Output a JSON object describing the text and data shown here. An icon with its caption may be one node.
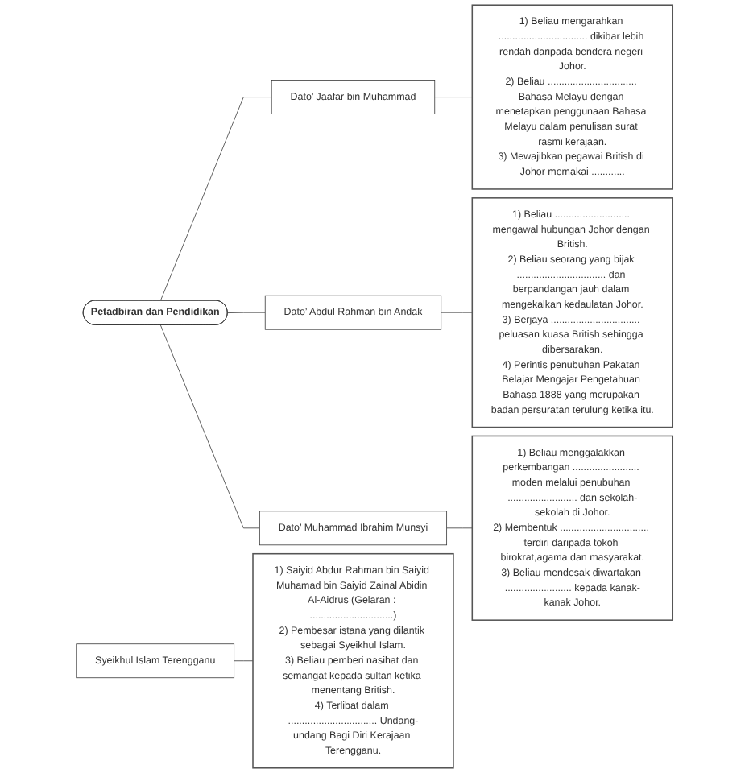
{
  "diagram": {
    "nodes": [
      {
        "text": [
          "Petadbiran dan Pendidikan"
        ]
      },
      {
        "text": [
          "Dato’ Jaafar bin Muhammad"
        ]
      },
      {
        "text": [
          "Dato’ Abdul Rahman bin Andak"
        ]
      },
      {
        "text": [
          "Dato’ Muhammad Ibrahim Munsyi"
        ]
      },
      {
        "text": [
          "Syeikhul Islam Terengganu"
        ]
      },
      {
        "text": [
          "1) Beliau mengarahkan ................................ dikibar lebih rendah daripada bendera negeri Johor.",
          "2) Beliau ................................ Bahasa Melayu dengan menetapkan penggunaan Bahasa Melayu dalam penulisan surat rasmi kerajaan.",
          "3) Mewajibkan pegawai British di Johor memakai ............"
        ]
      },
      {
        "text": [
          "1) Beliau ........................... mengawal hubungan Johor dengan British.",
          "2) Beliau seorang yang bijak ................................ dan berpandangan jauh dalam mengekalkan kedaulatan Johor.",
          "3) Berjaya ................................ peluasan kuasa British sehingga dibersarakan.",
          "4) Perintis penubuhan Pakatan Belajar Mengajar Pengetahuan Bahasa 1888 yang merupakan badan persuratan terulung ketika itu."
        ]
      },
      {
        "text": [
          "1) Beliau menggalakkan perkembangan ........................ moden melalui penubuhan ......................... dan sekolah-sekolah di Johor.",
          "2) Membentuk ................................ terdiri daripada tokoh birokrat,agama dan masyarakat.",
          "3) Beliau mendesak diwartakan ........................ kepada kanak-kanak Johor."
        ]
      },
      {
        "text": [
          "1) Saiyid Abdur Rahman bin Saiyid Muhamad bin Saiyid Zainal Abidin Al-Aidrus (Gelaran : ..............................)",
          "2) Pembesar istana yang dilantik sebagai Syeikhul Islam.",
          "3) Beliau pemberi nasihat dan semangat kepada sultan ketika menentang British.",
          "4) Terlibat dalam ................................ Undang-undang Bagi Diri Kerajaan Terengganu."
        ]
      }
    ],
    "edges": [
      {
        "from": 0,
        "to": 1,
        "arrow": "none"
      },
      {
        "from": 0,
        "to": 2,
        "arrow": "none"
      },
      {
        "from": 0,
        "to": 3,
        "arrow": "none"
      },
      {
        "from": 1,
        "to": 5,
        "arrow": "none"
      },
      {
        "from": 2,
        "to": 6,
        "arrow": "none"
      },
      {
        "from": 3,
        "to": 7,
        "arrow": "none"
      },
      {
        "from": 4,
        "to": 8,
        "arrow": "none"
      }
    ]
  }
}
